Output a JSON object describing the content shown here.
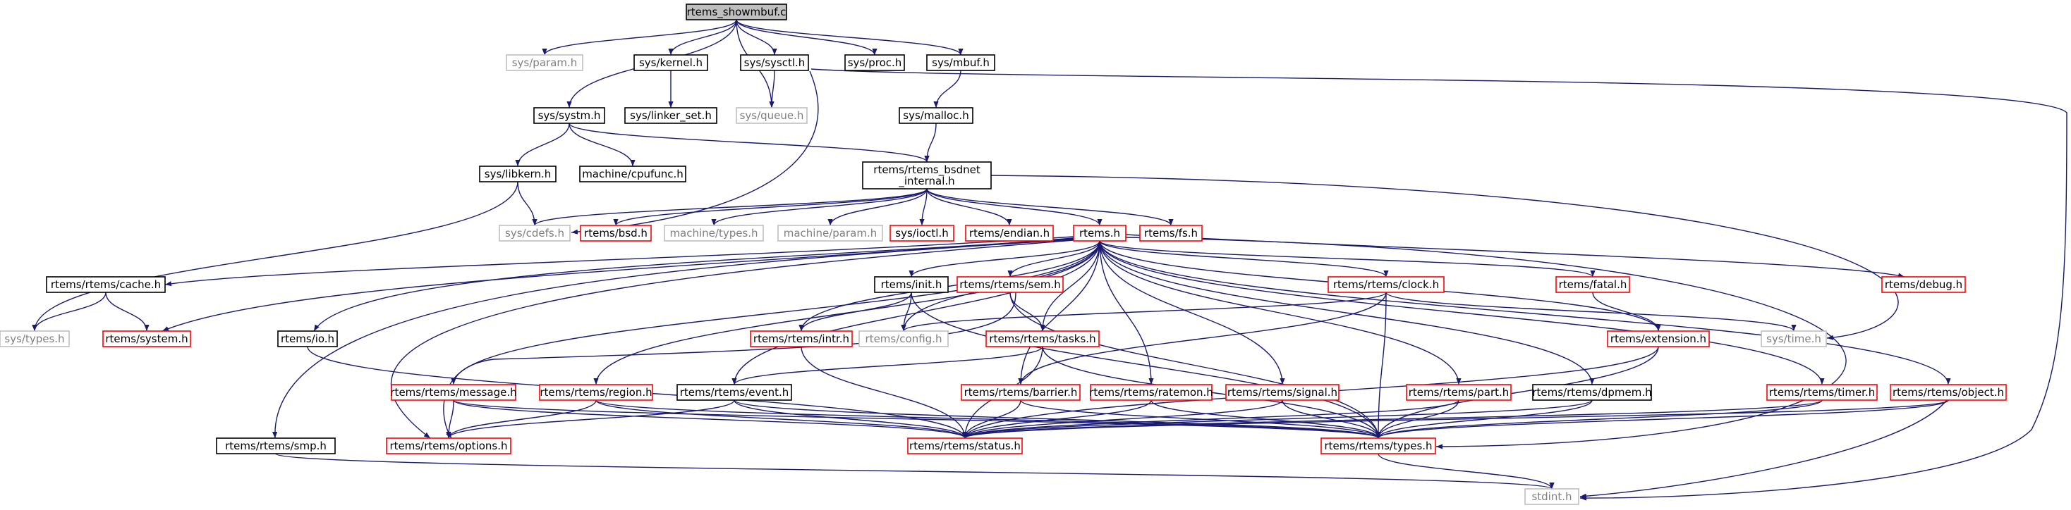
{
  "diagram": {
    "title": "rtems_showmbuf.c",
    "colors": {
      "root_fill": "#bfbfbf",
      "normal_border": "#000000",
      "missing_border": "#bfbfbf",
      "missing_text": "#7f7f7f",
      "has_include_border": "#ff0000",
      "edge": "#191970"
    },
    "nodes": [
      {
        "id": "root",
        "label": "rtems_showmbuf.c",
        "style": "root"
      },
      {
        "id": "sys_param",
        "label": "sys/param.h",
        "style": "missing"
      },
      {
        "id": "sys_kernel",
        "label": "sys/kernel.h",
        "style": "normal"
      },
      {
        "id": "sys_sysctl",
        "label": "sys/sysctl.h",
        "style": "normal"
      },
      {
        "id": "sys_proc",
        "label": "sys/proc.h",
        "style": "normal"
      },
      {
        "id": "sys_mbuf",
        "label": "sys/mbuf.h",
        "style": "normal"
      },
      {
        "id": "sys_linker_set",
        "label": "sys/linker_set.h",
        "style": "normal"
      },
      {
        "id": "sys_queue",
        "label": "sys/queue.h",
        "style": "missing"
      },
      {
        "id": "sys_malloc",
        "label": "sys/malloc.h",
        "style": "normal"
      },
      {
        "id": "sys_systm",
        "label": "sys/systm.h",
        "style": "normal"
      },
      {
        "id": "bsdnet_internal",
        "label": "rtems/rtems_bsdnet\n_internal.h",
        "style": "normal"
      },
      {
        "id": "sys_libkern",
        "label": "sys/libkern.h",
        "style": "normal"
      },
      {
        "id": "machine_cpufunc",
        "label": "machine/cpufunc.h",
        "style": "normal"
      },
      {
        "id": "sys_cdefs",
        "label": "sys/cdefs.h",
        "style": "missing"
      },
      {
        "id": "rtems_bsd",
        "label": "rtems/bsd.h",
        "style": "red"
      },
      {
        "id": "machine_types",
        "label": "machine/types.h",
        "style": "missing"
      },
      {
        "id": "machine_param",
        "label": "machine/param.h",
        "style": "missing"
      },
      {
        "id": "sys_ioctl",
        "label": "sys/ioctl.h",
        "style": "red"
      },
      {
        "id": "rtems_endian",
        "label": "rtems/endian.h",
        "style": "red"
      },
      {
        "id": "rtems_h",
        "label": "rtems.h",
        "style": "red"
      },
      {
        "id": "rtems_fs",
        "label": "rtems/fs.h",
        "style": "red"
      },
      {
        "id": "rtems_cache",
        "label": "rtems/rtems/cache.h",
        "style": "normal"
      },
      {
        "id": "rtems_init",
        "label": "rtems/init.h",
        "style": "normal"
      },
      {
        "id": "rtems_sem",
        "label": "rtems/rtems/sem.h",
        "style": "red"
      },
      {
        "id": "rtems_clock",
        "label": "rtems/rtems/clock.h",
        "style": "red"
      },
      {
        "id": "rtems_fatal",
        "label": "rtems/fatal.h",
        "style": "red"
      },
      {
        "id": "rtems_debug",
        "label": "rtems/debug.h",
        "style": "red"
      },
      {
        "id": "sys_types",
        "label": "sys/types.h",
        "style": "missing"
      },
      {
        "id": "rtems_system",
        "label": "rtems/system.h",
        "style": "red"
      },
      {
        "id": "rtems_io",
        "label": "rtems/io.h",
        "style": "normal"
      },
      {
        "id": "rtems_intr",
        "label": "rtems/rtems/intr.h",
        "style": "red"
      },
      {
        "id": "rtems_config",
        "label": "rtems/config.h",
        "style": "missing"
      },
      {
        "id": "rtems_tasks",
        "label": "rtems/rtems/tasks.h",
        "style": "red"
      },
      {
        "id": "rtems_extension",
        "label": "rtems/extension.h",
        "style": "red"
      },
      {
        "id": "sys_time",
        "label": "sys/time.h",
        "style": "missing"
      },
      {
        "id": "rtems_message",
        "label": "rtems/rtems/message.h",
        "style": "red"
      },
      {
        "id": "rtems_region",
        "label": "rtems/rtems/region.h",
        "style": "red"
      },
      {
        "id": "rtems_event",
        "label": "rtems/rtems/event.h",
        "style": "normal"
      },
      {
        "id": "rtems_barrier",
        "label": "rtems/rtems/barrier.h",
        "style": "red"
      },
      {
        "id": "rtems_ratemon",
        "label": "rtems/rtems/ratemon.h",
        "style": "red"
      },
      {
        "id": "rtems_signal",
        "label": "rtems/rtems/signal.h",
        "style": "red"
      },
      {
        "id": "rtems_part",
        "label": "rtems/rtems/part.h",
        "style": "red"
      },
      {
        "id": "rtems_dpmem",
        "label": "rtems/rtems/dpmem.h",
        "style": "normal"
      },
      {
        "id": "rtems_timer",
        "label": "rtems/rtems/timer.h",
        "style": "red"
      },
      {
        "id": "rtems_object",
        "label": "rtems/rtems/object.h",
        "style": "red"
      },
      {
        "id": "rtems_smp",
        "label": "rtems/rtems/smp.h",
        "style": "normal"
      },
      {
        "id": "rtems_options",
        "label": "rtems/rtems/options.h",
        "style": "red"
      },
      {
        "id": "rtems_status",
        "label": "rtems/rtems/status.h",
        "style": "red"
      },
      {
        "id": "rtems_types",
        "label": "rtems/rtems/types.h",
        "style": "red"
      },
      {
        "id": "stdint",
        "label": "stdint.h",
        "style": "missing"
      }
    ],
    "edges": [
      [
        "root",
        "sys_param"
      ],
      [
        "root",
        "sys_kernel"
      ],
      [
        "root",
        "sys_sysctl"
      ],
      [
        "root",
        "sys_proc"
      ],
      [
        "root",
        "sys_mbuf"
      ],
      [
        "root",
        "sys_queue"
      ],
      [
        "root",
        "sys_systm"
      ],
      [
        "sys_kernel",
        "sys_linker_set"
      ],
      [
        "sys_sysctl",
        "sys_queue"
      ],
      [
        "sys_sysctl",
        "sys_cdefs"
      ],
      [
        "sys_sysctl",
        "stdint"
      ],
      [
        "sys_mbuf",
        "sys_malloc"
      ],
      [
        "sys_malloc",
        "bsdnet_internal"
      ],
      [
        "sys_systm",
        "sys_libkern"
      ],
      [
        "sys_systm",
        "machine_cpufunc"
      ],
      [
        "sys_systm",
        "bsdnet_internal"
      ],
      [
        "sys_libkern",
        "sys_cdefs"
      ],
      [
        "sys_libkern",
        "sys_types"
      ],
      [
        "bsdnet_internal",
        "sys_cdefs"
      ],
      [
        "bsdnet_internal",
        "rtems_bsd"
      ],
      [
        "bsdnet_internal",
        "machine_types"
      ],
      [
        "bsdnet_internal",
        "machine_param"
      ],
      [
        "bsdnet_internal",
        "sys_ioctl"
      ],
      [
        "bsdnet_internal",
        "rtems_endian"
      ],
      [
        "bsdnet_internal",
        "rtems_h"
      ],
      [
        "bsdnet_internal",
        "rtems_fs"
      ],
      [
        "bsdnet_internal",
        "sys_time"
      ],
      [
        "rtems_h",
        "rtems_cache"
      ],
      [
        "rtems_h",
        "rtems_system"
      ],
      [
        "rtems_h",
        "rtems_io"
      ],
      [
        "rtems_h",
        "rtems_smp"
      ],
      [
        "rtems_h",
        "rtems_options"
      ],
      [
        "rtems_h",
        "rtems_message"
      ],
      [
        "rtems_h",
        "rtems_region"
      ],
      [
        "rtems_h",
        "rtems_event"
      ],
      [
        "rtems_h",
        "rtems_intr"
      ],
      [
        "rtems_h",
        "rtems_init"
      ],
      [
        "rtems_h",
        "rtems_config"
      ],
      [
        "rtems_h",
        "rtems_sem"
      ],
      [
        "rtems_h",
        "rtems_tasks"
      ],
      [
        "rtems_h",
        "rtems_barrier"
      ],
      [
        "rtems_h",
        "rtems_ratemon"
      ],
      [
        "rtems_h",
        "rtems_signal"
      ],
      [
        "rtems_h",
        "rtems_part"
      ],
      [
        "rtems_h",
        "rtems_dpmem"
      ],
      [
        "rtems_h",
        "rtems_clock"
      ],
      [
        "rtems_h",
        "rtems_fatal"
      ],
      [
        "rtems_h",
        "rtems_extension"
      ],
      [
        "rtems_h",
        "rtems_timer"
      ],
      [
        "rtems_h",
        "rtems_object"
      ],
      [
        "rtems_h",
        "rtems_debug"
      ],
      [
        "rtems_h",
        "rtems_types"
      ],
      [
        "rtems_cache",
        "sys_types"
      ],
      [
        "rtems_cache",
        "rtems_system"
      ],
      [
        "rtems_init",
        "rtems_intr"
      ],
      [
        "rtems_init",
        "rtems_config"
      ],
      [
        "rtems_init",
        "rtems_types"
      ],
      [
        "rtems_sem",
        "rtems_tasks"
      ],
      [
        "rtems_sem",
        "rtems_options"
      ],
      [
        "rtems_sem",
        "rtems_types"
      ],
      [
        "rtems_clock",
        "rtems_config"
      ],
      [
        "rtems_clock",
        "sys_time"
      ],
      [
        "rtems_clock",
        "rtems_barrier"
      ],
      [
        "rtems_clock",
        "rtems_types"
      ],
      [
        "rtems_fatal",
        "rtems_extension"
      ],
      [
        "rtems_io",
        "rtems_status"
      ],
      [
        "rtems_intr",
        "rtems_status"
      ],
      [
        "rtems_tasks",
        "rtems_event"
      ],
      [
        "rtems_tasks",
        "rtems_status"
      ],
      [
        "rtems_tasks",
        "rtems_types"
      ],
      [
        "rtems_extension",
        "rtems_status"
      ],
      [
        "rtems_extension",
        "rtems_types"
      ],
      [
        "rtems_event",
        "rtems_options"
      ],
      [
        "rtems_event",
        "rtems_status"
      ],
      [
        "rtems_event",
        "rtems_types"
      ],
      [
        "rtems_message",
        "rtems_options"
      ],
      [
        "rtems_message",
        "rtems_status"
      ],
      [
        "rtems_message",
        "rtems_types"
      ],
      [
        "rtems_region",
        "rtems_options"
      ],
      [
        "rtems_region",
        "rtems_status"
      ],
      [
        "rtems_region",
        "rtems_types"
      ],
      [
        "rtems_barrier",
        "rtems_status"
      ],
      [
        "rtems_barrier",
        "rtems_types"
      ],
      [
        "rtems_ratemon",
        "rtems_status"
      ],
      [
        "rtems_ratemon",
        "rtems_types"
      ],
      [
        "rtems_signal",
        "rtems_status"
      ],
      [
        "rtems_signal",
        "rtems_types"
      ],
      [
        "rtems_part",
        "rtems_status"
      ],
      [
        "rtems_part",
        "rtems_types"
      ],
      [
        "rtems_dpmem",
        "rtems_status"
      ],
      [
        "rtems_dpmem",
        "rtems_types"
      ],
      [
        "rtems_timer",
        "rtems_status"
      ],
      [
        "rtems_timer",
        "rtems_types"
      ],
      [
        "rtems_object",
        "rtems_status"
      ],
      [
        "rtems_object",
        "rtems_types"
      ],
      [
        "rtems_object",
        "stdint"
      ],
      [
        "rtems_smp",
        "stdint"
      ],
      [
        "rtems_types",
        "stdint"
      ]
    ]
  }
}
